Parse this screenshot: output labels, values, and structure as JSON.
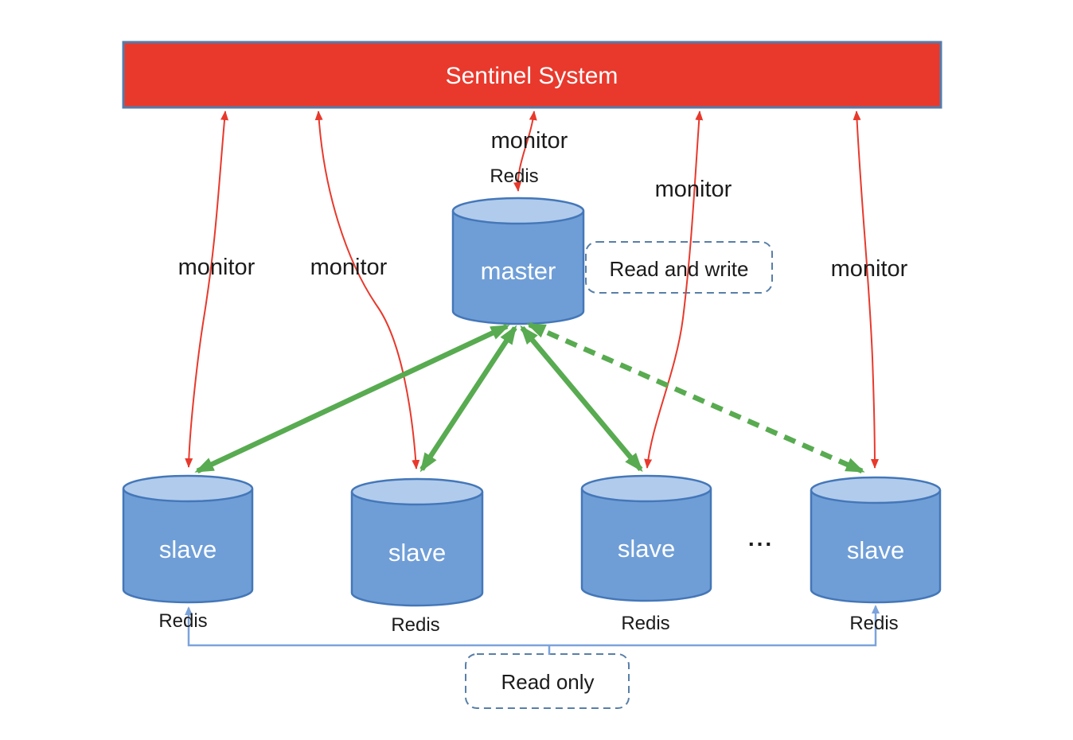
{
  "sentinel": {
    "label": "Sentinel System"
  },
  "master": {
    "label": "master",
    "tag": "Redis"
  },
  "slaves": [
    {
      "label": "slave",
      "tag": "Redis"
    },
    {
      "label": "slave",
      "tag": "Redis"
    },
    {
      "label": "slave",
      "tag": "Redis"
    },
    {
      "label": "slave",
      "tag": "Redis"
    }
  ],
  "monitor_labels": [
    "monitor",
    "monitor",
    "monitor",
    "monitor",
    "monitor"
  ],
  "ellipsis": "...",
  "annotations": {
    "read_and_write": "Read and write",
    "read_only": "Read only"
  },
  "colors": {
    "sentinel_fill": "#e8392c",
    "sentinel_border": "#537cab",
    "cylinder_body": "#6f9ed7",
    "cylinder_top": "#b1cbec",
    "cylinder_border": "#4477b8",
    "monitor_arrow_red": "#e8392c",
    "replication_green": "#58ab50",
    "read_only_blue": "#7ca3db",
    "dashed_box_border": "#587fa8",
    "label_text": "#1b1b1b",
    "node_text": "#ffffff"
  }
}
